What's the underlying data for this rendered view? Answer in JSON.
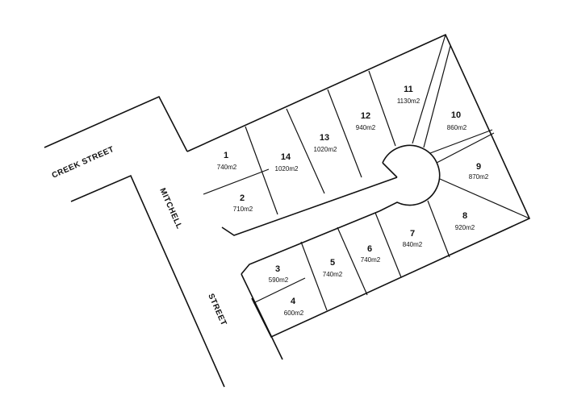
{
  "streets": {
    "creek": "CREEK  STREET",
    "mitchell": "MITCHELL",
    "mitchell_street": "STREET"
  },
  "lots": [
    {
      "number": "1",
      "area": "740m2"
    },
    {
      "number": "2",
      "area": "710m2"
    },
    {
      "number": "3",
      "area": "590m2"
    },
    {
      "number": "4",
      "area": "600m2"
    },
    {
      "number": "5",
      "area": "740m2"
    },
    {
      "number": "6",
      "area": "740m2"
    },
    {
      "number": "7",
      "area": "840m2"
    },
    {
      "number": "8",
      "area": "920m2"
    },
    {
      "number": "9",
      "area": "870m2"
    },
    {
      "number": "10",
      "area": "860m2"
    },
    {
      "number": "11",
      "area": "1130m2"
    },
    {
      "number": "12",
      "area": "940m2"
    },
    {
      "number": "13",
      "area": "1020m2"
    },
    {
      "number": "14",
      "area": "1020m2"
    }
  ]
}
